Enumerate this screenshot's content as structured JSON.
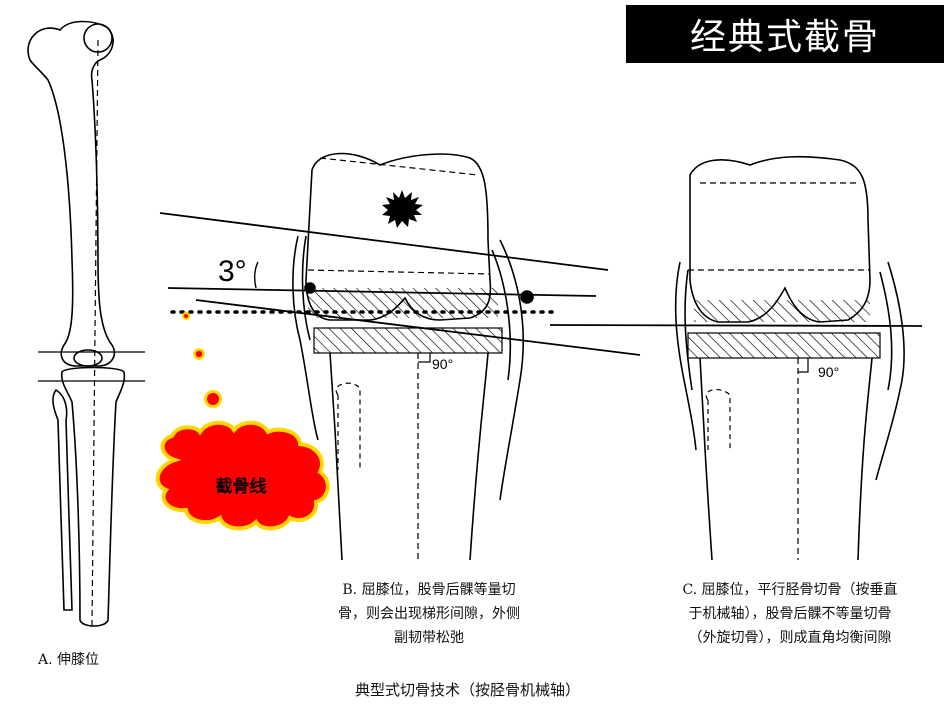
{
  "title": "经典式截骨",
  "angle_label": "3°",
  "cloud_label": "截骨线",
  "right_angle_b": "90°",
  "right_angle_c": "90°",
  "caption_a": "A. 伸膝位",
  "caption_b_line1": "B. 屈膝位，股骨后髁等量切",
  "caption_b_line2": "骨，则会出现梯形间隙，外侧",
  "caption_b_line3": "副韧带松弛",
  "caption_c_line1": "C. 屈膝位，平行胫骨切骨（按垂直",
  "caption_c_line2": "于机械轴），股骨后髁不等量切骨",
  "caption_c_line3": "（外旋切骨），则成直角均衡间隙",
  "caption_main": "典型式切骨技术（按胫骨机械轴）",
  "colors": {
    "title_bg": "#000000",
    "cloud": "#ff0000",
    "cloud_border": "#ffd700",
    "line": "#000000"
  }
}
